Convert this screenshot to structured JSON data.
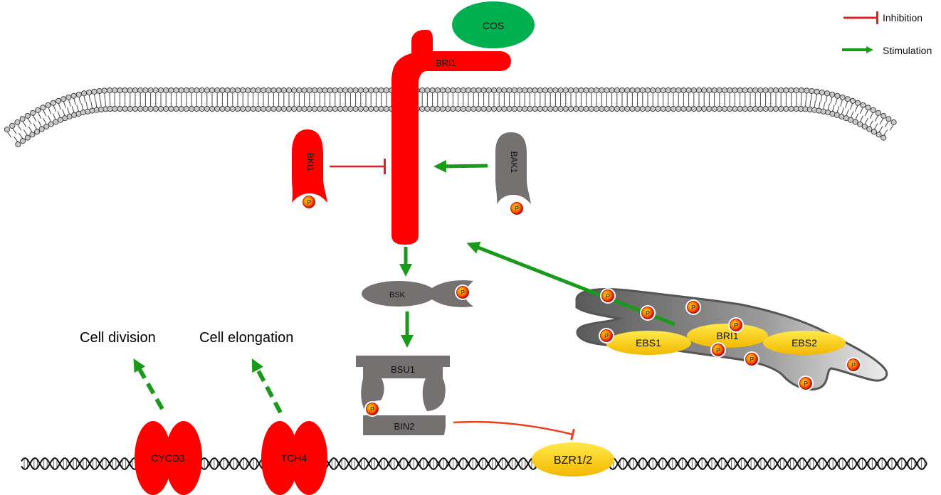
{
  "legend": {
    "inhibition": "Inhibition",
    "stimulation": "Stimulation"
  },
  "colors": {
    "receptor_red": "#ff0000",
    "grey_protein": "#767171",
    "ligand_green": "#00b050",
    "arrow_green": "#1a9a1a",
    "inhibit_red": "#e8401c",
    "yellow_protein": "#ffd000",
    "phospho_red": "#e01010"
  },
  "labels": {
    "cos": "COS",
    "bri1": "BRI1",
    "bki1": "BKI1",
    "bak1": "BAK1",
    "bsk": "BSK",
    "bsu1": "BSU1",
    "bin2": "BIN2",
    "ebs1": "EBS1",
    "bri1_er": "BRI1",
    "ebs2": "EBS2",
    "cycd3": "CYCD3",
    "tch4": "TCH4",
    "bzr": "BZR1/2",
    "phospho": "P"
  },
  "outcomes": {
    "cell_division": "Cell division",
    "cell_elongation": "Cell elongation"
  },
  "icons": {
    "membrane": "lipid-bilayer-icon",
    "dna": "dna-double-helix-icon",
    "er": "endoplasmic-reticulum-icon"
  }
}
